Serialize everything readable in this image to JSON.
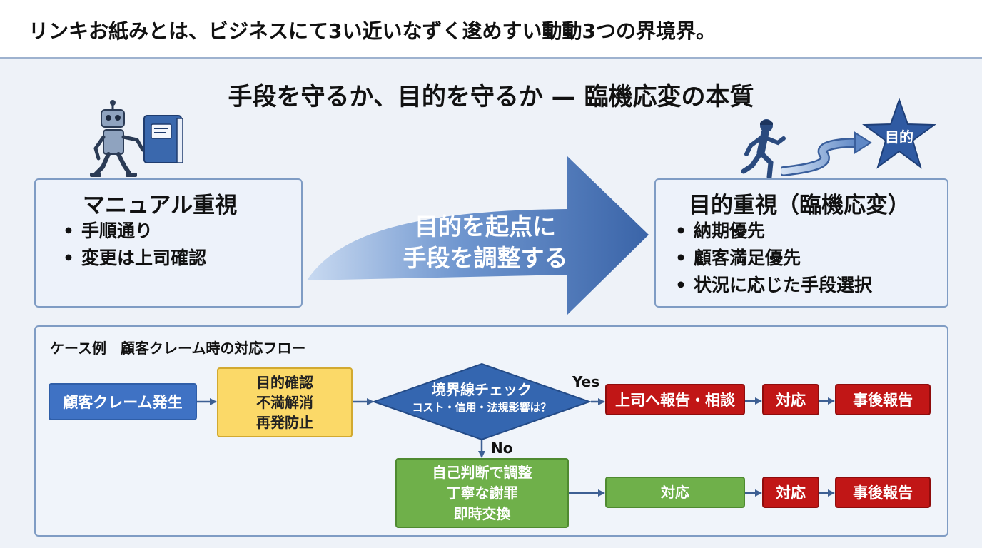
{
  "header": {
    "title": "リンキお紙みとは、ビジネスにて3い近いなずく逡めすい動動3つの界境界。"
  },
  "main_title": "手段を守るか、目的を守るか — 臨機応変の本質",
  "manual": {
    "title": "マニュアル重視",
    "bullets": [
      "手順通り",
      "変更は上司確認"
    ]
  },
  "center_arrow": {
    "line1": "目的を起点に",
    "line2": "手段を調整する"
  },
  "purpose": {
    "title": "目的重視（臨機応変）",
    "bullets": [
      "納期優先",
      "顧客満足優先",
      "状況に応じた手段選択"
    ]
  },
  "star_label": "目的",
  "case": {
    "title": "ケース例　顧客クレーム時の対応フロー",
    "start": "顧客クレーム発生",
    "confirm": [
      "目的確認",
      "不満解消",
      "再発防止"
    ],
    "decision": {
      "line1": "境界線チェック",
      "line2": "コスト・信用・法規影響は？"
    },
    "yes_label": "Yes",
    "no_label": "No",
    "yes_path": [
      "上司へ報告・相談",
      "対応",
      "事後報告"
    ],
    "self": [
      "自己判断で調整",
      "丁寧な謝罪",
      "即時交換"
    ],
    "no_path": [
      "対応",
      "対応",
      "事後報告"
    ]
  },
  "colors": {
    "box_border": "#7f9cc4",
    "arrow_dark": "#3a64a8",
    "arrow_light": "#c9daf1",
    "flow_blue": "#3f72c4",
    "flow_yellow": "#fbd968",
    "flow_red": "#c11616",
    "flow_green": "#6fb04a",
    "diamond": "#3466b0"
  },
  "icons": [
    "robot-icon",
    "manual-book-icon",
    "running-person-icon",
    "curved-arrow-icon",
    "star-icon"
  ]
}
